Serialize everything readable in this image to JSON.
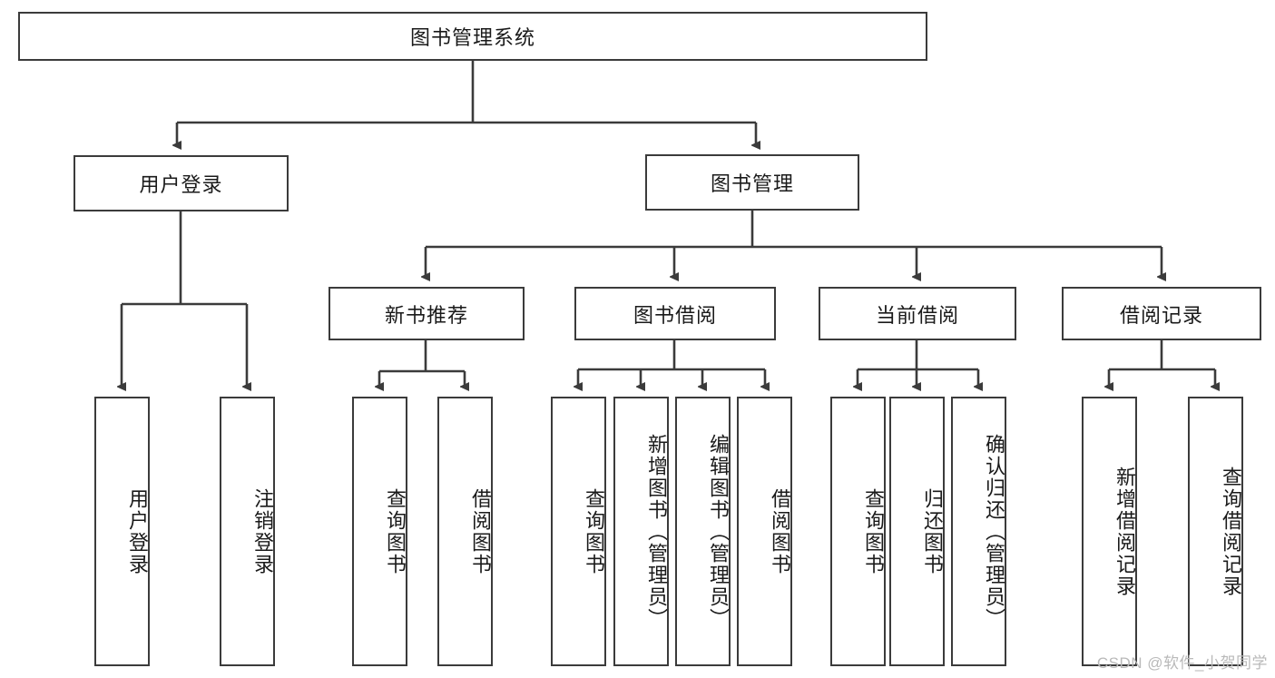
{
  "diagram": {
    "title": "图书管理系统",
    "root": {
      "id": "root",
      "label": "图书管理系统"
    },
    "level2": [
      {
        "id": "login",
        "label": "用户登录"
      },
      {
        "id": "bookmgmt",
        "label": "图书管理"
      }
    ],
    "level3": [
      {
        "id": "newbook",
        "label": "新书推荐"
      },
      {
        "id": "borrow",
        "label": "图书借阅"
      },
      {
        "id": "current",
        "label": "当前借阅"
      },
      {
        "id": "records",
        "label": "借阅记录"
      }
    ],
    "leaves": {
      "login": [
        {
          "id": "leaf-user-login",
          "label": "用户登录"
        },
        {
          "id": "leaf-user-logout",
          "label": "注销登录"
        }
      ],
      "newbook": [
        {
          "id": "leaf-nb-query",
          "label": "查询图书"
        },
        {
          "id": "leaf-nb-borrow",
          "label": "借阅图书"
        }
      ],
      "borrow": [
        {
          "id": "leaf-bo-query",
          "label": "查询图书"
        },
        {
          "id": "leaf-bo-add",
          "label": "新增图书（管理员）"
        },
        {
          "id": "leaf-bo-edit",
          "label": "编辑图书（管理员）"
        },
        {
          "id": "leaf-bo-borrow",
          "label": "借阅图书"
        }
      ],
      "current": [
        {
          "id": "leaf-cu-query",
          "label": "查询图书"
        },
        {
          "id": "leaf-cu-return",
          "label": "归还图书"
        },
        {
          "id": "leaf-cu-confirm",
          "label": "确认归还（管理员）"
        }
      ],
      "records": [
        {
          "id": "leaf-rc-add",
          "label": "新增借阅记录"
        },
        {
          "id": "leaf-rc-query",
          "label": "查询借阅记录"
        }
      ]
    }
  },
  "watermark": {
    "text": "CSDN @软件_小贺同学"
  },
  "colors": {
    "stroke": "#3b3b3b",
    "fill": "#ffffff",
    "text": "#1a1a1a",
    "watermark": "#b9b9b9"
  }
}
